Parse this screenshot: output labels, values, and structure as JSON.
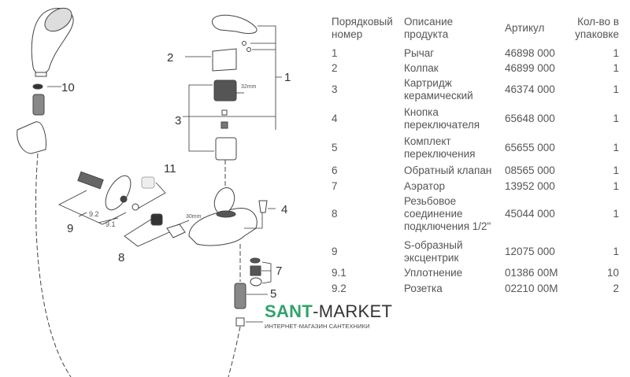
{
  "diagram": {
    "callouts": {
      "c1": "1",
      "c2": "2",
      "c3": "3",
      "c4": "4",
      "c5": "5",
      "c7": "7",
      "c8": "8",
      "c9": "9",
      "c91": "9.1",
      "c92": "9.2",
      "c10": "10",
      "c11": "11"
    },
    "dims": {
      "d32": "32mm",
      "d30": "30mm"
    }
  },
  "table": {
    "headers": {
      "num": "Порядковый номер",
      "desc": "Описание продукта",
      "art": "Артикул",
      "qty": "Кол-во в упаковке"
    },
    "header_lines": {
      "num": [
        "Порядковый",
        "номер"
      ],
      "desc": [
        "Описание",
        "продукта"
      ],
      "art": "Артикул",
      "qty": [
        "Кол-во в",
        "упаковке"
      ]
    },
    "rows": [
      {
        "num": "1",
        "desc": [
          "Рычаг"
        ],
        "art": "46898 000",
        "qty": "1"
      },
      {
        "num": "2",
        "desc": [
          "Колпак"
        ],
        "art": "46899 000",
        "qty": "1"
      },
      {
        "num": "3",
        "desc": [
          "Картридж",
          "керамический"
        ],
        "art": "46374 000",
        "qty": "1"
      },
      {
        "num": "4",
        "desc": [
          "Кнопка",
          "переключателя"
        ],
        "art": "65648 000",
        "qty": "1"
      },
      {
        "num": "5",
        "desc": [
          "Комплект",
          "переключения"
        ],
        "art": "65655 000",
        "qty": "1"
      },
      {
        "num": "6",
        "desc": [
          "Обратный клапан"
        ],
        "art": "08565 000",
        "qty": "1"
      },
      {
        "num": "7",
        "desc": [
          "Аэратор"
        ],
        "art": "13952 000",
        "qty": "1"
      },
      {
        "num": "8",
        "desc": [
          "Резьбовое",
          "соединение",
          "подключения 1/2\""
        ],
        "art": "45044 000",
        "qty": "1"
      },
      {
        "num": "9",
        "desc": [
          "S-образный",
          "эксцентрик"
        ],
        "art": "12075 000",
        "qty": "1"
      },
      {
        "num": "9.1",
        "desc": [
          "Уплотнение"
        ],
        "art": "01386 00M",
        "qty": "10"
      },
      {
        "num": "9.2",
        "desc": [
          "Розетка"
        ],
        "art": "02210 00M",
        "qty": "2"
      }
    ]
  },
  "logo": {
    "sant": "SANT",
    "market": "-MARKET",
    "subtitle": "ИНТЕРНЕТ-МАГАЗИН САНТЕХНИКИ"
  }
}
